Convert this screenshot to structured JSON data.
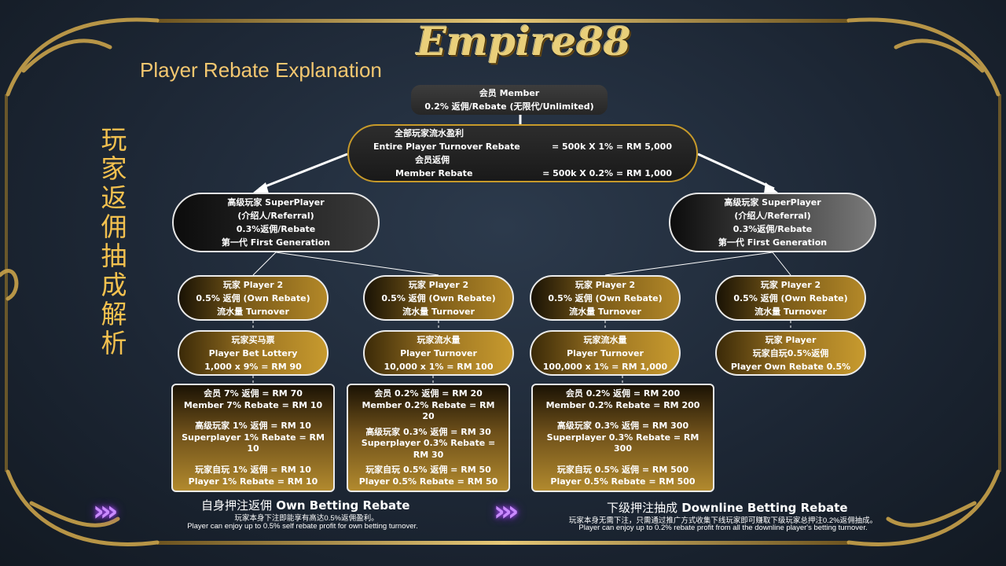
{
  "logo": {
    "text": "Empire88"
  },
  "page_title": "Player Rebate Explanation",
  "vertical_title": "玩家返佣抽成解析",
  "member_top": {
    "line1": "会员 Member",
    "line2": "0.2% 返佣/Rebate (无限代/Unlimited)"
  },
  "rebate_summary": {
    "line1": "全部玩家流水盈利",
    "line2_label": "Entire Player Turnover Rebate",
    "line2_value": "= 500k X 1% = RM 5,000",
    "line3": "会员返佣",
    "line4_label": "Member Rebate",
    "line4_value": "= 500k X 0.2% = RM 1,000"
  },
  "superplayers": [
    {
      "l1": "高级玩家 SuperPlayer",
      "l2": "(介绍人/Referral)",
      "l3": "0.3%返佣/Rebate",
      "l4": "第一代 First Generation"
    },
    {
      "l1": "高级玩家 SuperPlayer",
      "l2": "(介绍人/Referral)",
      "l3": "0.3%返佣/Rebate",
      "l4": "第一代 First Generation"
    }
  ],
  "players": [
    {
      "l1": "玩家 Player 2",
      "l2": "0.5% 返佣 (Own Rebate)",
      "l3": "流水量 Turnover"
    },
    {
      "l1": "玩家 Player 2",
      "l2": "0.5% 返佣 (Own Rebate)",
      "l3": "流水量 Turnover"
    },
    {
      "l1": "玩家 Player 2",
      "l2": "0.5% 返佣 (Own Rebate)",
      "l3": "流水量 Turnover"
    },
    {
      "l1": "玩家 Player 2",
      "l2": "0.5% 返佣 (Own Rebate)",
      "l3": "流水量 Turnover"
    }
  ],
  "calcs": [
    {
      "l1": "玩家买马票",
      "l2": "Player Bet Lottery",
      "l3": "1,000 x 9% = RM 90"
    },
    {
      "l1": "玩家流水量",
      "l2": "Player Turnover",
      "l3": "10,000 x 1% = RM 100"
    },
    {
      "l1": "玩家流水量",
      "l2": "Player Turnover",
      "l3": "100,000 x 1% = RM 1,000"
    },
    {
      "l1": "玩家 Player",
      "l2": "玩家自玩0.5%返佣",
      "l3": "Player Own Rebate 0.5%"
    }
  ],
  "details": [
    {
      "a1": "会员 7% 返佣 = RM 70",
      "a2": "Member 7% Rebate = RM 10",
      "b1": "高级玩家 1% 返佣 = RM 10",
      "b2": "Superplayer 1% Rebate = RM 10",
      "c1": "玩家自玩 1% 返佣 = RM 10",
      "c2": "Player 1% Rebate = RM 10"
    },
    {
      "a1": "会员 0.2% 返佣 = RM 20",
      "a2": "Member 0.2% Rebate = RM 20",
      "b1": "高级玩家 0.3% 返佣 = RM 30",
      "b2": "Superplayer 0.3% Rebate = RM 30",
      "c1": "玩家自玩 0.5% 返佣 = RM 50",
      "c2": "Player 0.5% Rebate = RM 50"
    },
    {
      "a1": "会员 0.2% 返佣 = RM 200",
      "a2": "Member 0.2% Rebate = RM 200",
      "b1": "高级玩家 0.3% 返佣 = RM 300",
      "b2": "Superplayer 0.3% Rebate = RM 300",
      "c1": "玩家自玩 0.5% 返佣 = RM 500",
      "c2": "Player 0.5% Rebate = RM 500"
    }
  ],
  "footer_left": {
    "title_cn": "自身押注返佣",
    "title_en": "Own Betting Rebate",
    "line1": "玩家本身下注即能享有高达0.5%返佣盈利。",
    "line2": "Player can enjoy up to 0.5% self rebate profit for own betting turnover."
  },
  "footer_right": {
    "title_cn": "下级押注抽成",
    "title_en": "Downline Betting Rebate",
    "line1": "玩家本身无需下注，只需通过推广方式收集下线玩家即可赚取下级玩家总押注0.2%返佣抽成。",
    "line2": "Player can enjoy up to 0.2% rebate profit from all the downline player's betting turnover."
  },
  "colors": {
    "gold": "#c79a2a",
    "title": "#f3c770",
    "arrow": "#c98bff"
  }
}
